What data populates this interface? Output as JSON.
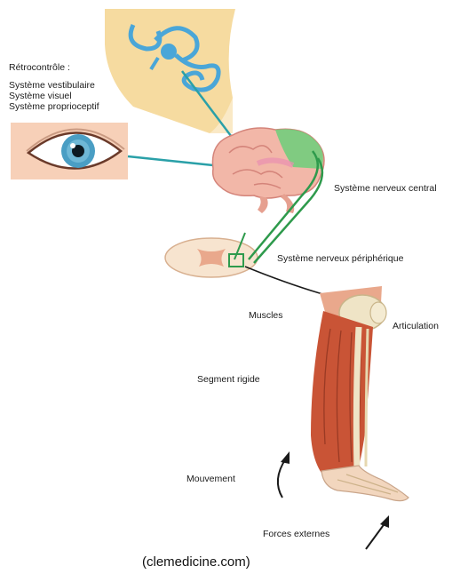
{
  "labels": {
    "feedback_title": "Rétrocontrôle :",
    "vestibular": "Système vestibulaire",
    "visual": "Système visuel",
    "proprioceptive": "Système proprioceptif",
    "cns": "Système nerveux central",
    "pns": "Système nerveux périphérique",
    "muscles": "Muscles",
    "joint": "Articulation",
    "rigid_segment": "Segment rigide",
    "movement": "Mouvement",
    "external_forces": "Forces externes"
  },
  "caption": "(clemedicine.com)",
  "colors": {
    "inner_ear_bg": "#f6dba0",
    "inner_ear": "#4aa6d8",
    "skin": "#f7d0b8",
    "iris": "#4a9ec4",
    "brain": "#f2b7a8",
    "brain_green": "#6ccf7a",
    "nerve_line": "#2aa0a8",
    "muscle": "#c95436",
    "bone": "#efe4c6"
  }
}
